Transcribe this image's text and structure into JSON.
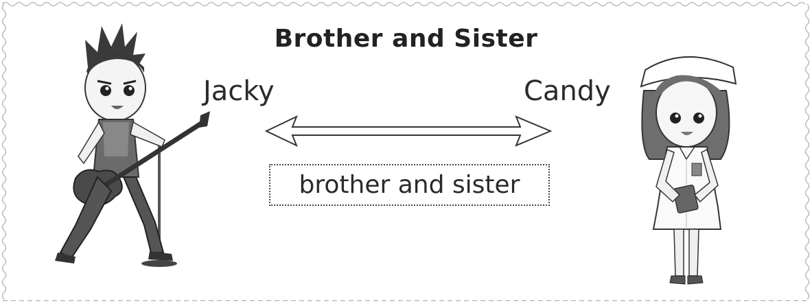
{
  "title": "Brother and Sister",
  "left_person": {
    "name": "Jacky",
    "icon": "rock-guitarist-boy-icon"
  },
  "right_person": {
    "name": "Candy",
    "icon": "nurse-girl-icon"
  },
  "relationship": {
    "label": "brother and sister",
    "arrow_icon": "double-headed-arrow-icon"
  },
  "colors": {
    "line": "#444444",
    "text": "#2a2a2a",
    "border": "#bbbbbb"
  }
}
